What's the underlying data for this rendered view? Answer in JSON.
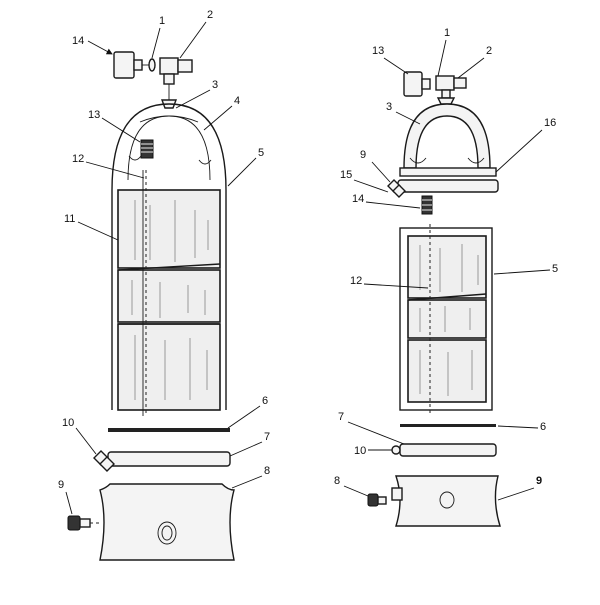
{
  "figure": {
    "left_assembly": {
      "callouts": [
        "1",
        "2",
        "3",
        "4",
        "5",
        "6",
        "7",
        "8",
        "9",
        "10",
        "11",
        "12",
        "13",
        "14"
      ]
    },
    "right_assembly": {
      "callouts": [
        "1",
        "2",
        "3",
        "5",
        "6",
        "7",
        "8",
        "9",
        "10",
        "12",
        "13",
        "14",
        "15",
        "16"
      ]
    }
  }
}
